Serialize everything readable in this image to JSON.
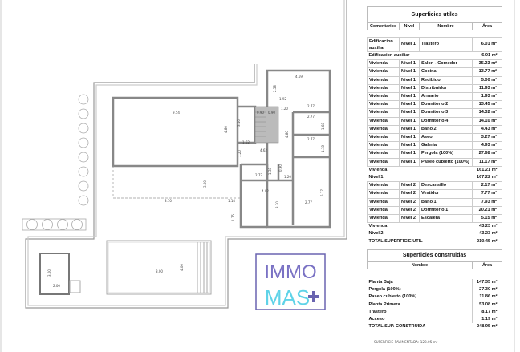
{
  "floor_plan": {
    "dimensions": [
      "9.54",
      "4.80",
      "3.10",
      "1.62",
      "1.20",
      "4.62",
      "0.90",
      "0.90",
      "1.20",
      "4.80",
      "4.69",
      "2.58",
      "1.92",
      "2.77",
      "2.77",
      "1.68",
      "2.77",
      "1.78",
      "2.72",
      "1.38",
      "0.90",
      "1.20",
      "4.02",
      "3.30",
      "5.17",
      "2.77",
      "3.00",
      "8.10",
      "1.14",
      "1.75",
      "8.00",
      "4.00",
      "3.00",
      "2.00"
    ]
  },
  "superficies_utiles": {
    "title": "Superficies utiles",
    "headers": [
      "Comentarios",
      "Nivel",
      "Nombre",
      "Área"
    ],
    "rows_aux": [
      {
        "comentario": "Edificacion auxiliar",
        "nivel": "Nivel 1",
        "nombre": "Trastero",
        "area": "6.01 m²"
      }
    ],
    "subtotal_aux": {
      "label": "Edificacion auxiliar",
      "area": "6.01 m²"
    },
    "rows_n1": [
      {
        "comentario": "Vivienda",
        "nivel": "Nivel 1",
        "nombre": "Salon - Comedor",
        "area": "35.23 m²"
      },
      {
        "comentario": "Vivienda",
        "nivel": "Nivel 1",
        "nombre": "Cocina",
        "area": "13.77 m²"
      },
      {
        "comentario": "Vivienda",
        "nivel": "Nivel 1",
        "nombre": "Recibidor",
        "area": "5.00 m²"
      },
      {
        "comentario": "Vivienda",
        "nivel": "Nivel 1",
        "nombre": "Distribuidor",
        "area": "11.93 m²"
      },
      {
        "comentario": "Vivienda",
        "nivel": "Nivel 1",
        "nombre": "Armario",
        "area": "1.93 m²"
      },
      {
        "comentario": "Vivienda",
        "nivel": "Nivel 1",
        "nombre": "Dormitorio 2",
        "area": "13.45 m²"
      },
      {
        "comentario": "Vivienda",
        "nivel": "Nivel 1",
        "nombre": "Dormitorio 3",
        "area": "14.32 m²"
      },
      {
        "comentario": "Vivienda",
        "nivel": "Nivel 1",
        "nombre": "Dormitorio 4",
        "area": "14.10 m²"
      },
      {
        "comentario": "Vivienda",
        "nivel": "Nivel 1",
        "nombre": "Baño 2",
        "area": "4.43 m²"
      },
      {
        "comentario": "Vivienda",
        "nivel": "Nivel 1",
        "nombre": "Aseo",
        "area": "3.27 m²"
      },
      {
        "comentario": "Vivienda",
        "nivel": "Nivel 1",
        "nombre": "Galeria",
        "area": "4.93 m²"
      },
      {
        "comentario": "Vivienda",
        "nivel": "Nivel 1",
        "nombre": "Pergola (100%)",
        "area": "27.68 m²"
      },
      {
        "comentario": "Vivienda",
        "nivel": "Nivel 1",
        "nombre": "Paseo cubierto (100%)",
        "area": "11.17 m²"
      }
    ],
    "subtotal_n1_vivienda": {
      "label": "Vivienda",
      "area": "161.21 m²"
    },
    "subtotal_n1": {
      "label": "Nivel 1",
      "area": "167.22 m²"
    },
    "rows_n2": [
      {
        "comentario": "Vivienda",
        "nivel": "Nivel 2",
        "nombre": "Descansillo",
        "area": "2.17 m²"
      },
      {
        "comentario": "Vivienda",
        "nivel": "Nivel 2",
        "nombre": "Vestidor",
        "area": "7.77 m²"
      },
      {
        "comentario": "Vivienda",
        "nivel": "Nivel 2",
        "nombre": "Baño 1",
        "area": "7.93 m²"
      },
      {
        "comentario": "Vivienda",
        "nivel": "Nivel 2",
        "nombre": "Dormitorio 1",
        "area": "20.21 m²"
      },
      {
        "comentario": "Vivienda",
        "nivel": "Nivel 2",
        "nombre": "Escalera",
        "area": "5.15 m²"
      }
    ],
    "subtotal_n2_vivienda": {
      "label": "Vivienda",
      "area": "43.23 m²"
    },
    "subtotal_n2": {
      "label": "Nivel 2",
      "area": "43.23 m²"
    },
    "total": {
      "label": "TOTAL SUPERFICIE UTIL",
      "area": "210.45 m²"
    }
  },
  "superficies_construidas": {
    "title": "Superficies construidas",
    "headers": [
      "Nombre",
      "Área"
    ],
    "rows": [
      {
        "nombre": "Planta Baja",
        "area": "147.35 m²"
      },
      {
        "nombre": "Pergola (100%)",
        "area": "27.30 m²"
      },
      {
        "nombre": "Paseo cubierto (100%)",
        "area": "11.86 m²"
      },
      {
        "nombre": "Planta Primera",
        "area": "53.08 m²"
      },
      {
        "nombre": "Trastero",
        "area": "8.17 m²"
      },
      {
        "nombre": "Acceso",
        "area": "1.19 m²"
      }
    ],
    "total": {
      "label": "TOTAL SUP. CONSTRUIDA",
      "area": "248.95 m²"
    }
  },
  "footnote": "SUPERFICIE PAVIMENTADA: 128.05 m²",
  "watermark": {
    "line1": "IMMO",
    "line2": "MAS",
    "colors": {
      "frame": "#6a64b0",
      "immo": "#7a72c4",
      "mas": "#5fd3e8"
    }
  }
}
